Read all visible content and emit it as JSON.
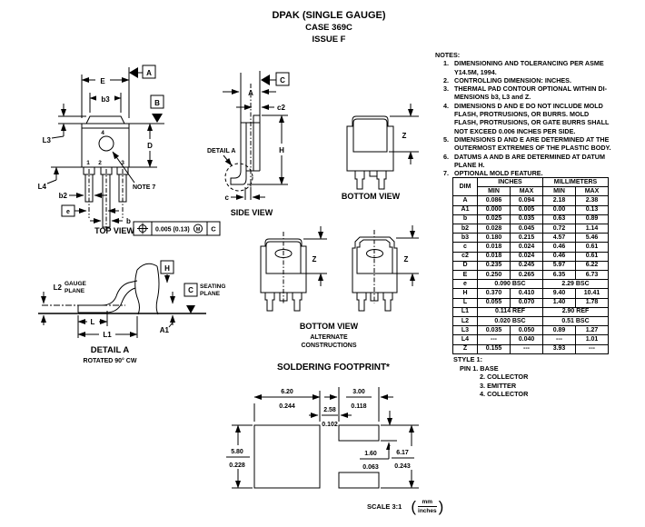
{
  "title": {
    "line1": "DPAK (SINGLE GAUGE)",
    "line2": "CASE 369C",
    "line3": "ISSUE F"
  },
  "notes": {
    "heading": "NOTES:",
    "items": [
      {
        "num": "1.",
        "lines": [
          "DIMENSIONING AND TOLERANCING PER ASME",
          "Y14.5M, 1994."
        ]
      },
      {
        "num": "2.",
        "lines": [
          "CONTROLLING DIMENSION: INCHES."
        ]
      },
      {
        "num": "3.",
        "lines": [
          "THERMAL PAD CONTOUR OPTIONAL WITHIN DI-",
          "MENSIONS b3, L3 and Z."
        ]
      },
      {
        "num": "4.",
        "lines": [
          "DIMENSIONS D AND E DO NOT INCLUDE MOLD",
          "FLASH, PROTRUSIONS, OR BURRS. MOLD",
          "FLASH, PROTRUSIONS, OR GATE BURRS SHALL",
          "NOT EXCEED 0.006 INCHES PER SIDE."
        ]
      },
      {
        "num": "5.",
        "lines": [
          "DIMENSIONS D AND E ARE DETERMINED AT THE",
          "OUTERMOST EXTREMES OF THE PLASTIC BODY."
        ]
      },
      {
        "num": "6.",
        "lines": [
          "DATUMS A AND B ARE DETERMINED AT DATUM",
          "PLANE H."
        ]
      },
      {
        "num": "7.",
        "lines": [
          "OPTIONAL MOLD FEATURE."
        ]
      }
    ]
  },
  "dim_table": {
    "title_dim": "DIM",
    "title_inches": "INCHES",
    "title_mm": "MILLIMETERS",
    "min": "MIN",
    "max": "MAX",
    "rows": [
      {
        "dim": "A",
        "inch_min": "0.086",
        "inch_max": "0.094",
        "mm_min": "2.18",
        "mm_max": "2.38"
      },
      {
        "dim": "A1",
        "inch_min": "0.000",
        "inch_max": "0.005",
        "mm_min": "0.00",
        "mm_max": "0.13"
      },
      {
        "dim": "b",
        "inch_min": "0.025",
        "inch_max": "0.035",
        "mm_min": "0.63",
        "mm_max": "0.89"
      },
      {
        "dim": "b2",
        "inch_min": "0.028",
        "inch_max": "0.045",
        "mm_min": "0.72",
        "mm_max": "1.14"
      },
      {
        "dim": "b3",
        "inch_min": "0.180",
        "inch_max": "0.215",
        "mm_min": "4.57",
        "mm_max": "5.46"
      },
      {
        "dim": "c",
        "inch_min": "0.018",
        "inch_max": "0.024",
        "mm_min": "0.46",
        "mm_max": "0.61"
      },
      {
        "dim": "c2",
        "inch_min": "0.018",
        "inch_max": "0.024",
        "mm_min": "0.46",
        "mm_max": "0.61"
      },
      {
        "dim": "D",
        "inch_min": "0.235",
        "inch_max": "0.245",
        "mm_min": "5.97",
        "mm_max": "6.22"
      },
      {
        "dim": "E",
        "inch_min": "0.250",
        "inch_max": "0.265",
        "mm_min": "6.35",
        "mm_max": "6.73"
      },
      {
        "dim": "e",
        "inch_span": "0.090 BSC",
        "mm_span": "2.29 BSC"
      },
      {
        "dim": "H",
        "inch_min": "0.370",
        "inch_max": "0.410",
        "mm_min": "9.40",
        "mm_max": "10.41"
      },
      {
        "dim": "L",
        "inch_min": "0.055",
        "inch_max": "0.070",
        "mm_min": "1.40",
        "mm_max": "1.78"
      },
      {
        "dim": "L1",
        "inch_span": "0.114 REF",
        "mm_span": "2.90 REF"
      },
      {
        "dim": "L2",
        "inch_span": "0.020 BSC",
        "mm_span": "0.51 BSC"
      },
      {
        "dim": "L3",
        "inch_min": "0.035",
        "inch_max": "0.050",
        "mm_min": "0.89",
        "mm_max": "1.27"
      },
      {
        "dim": "L4",
        "inch_min": "---",
        "inch_max": "0.040",
        "mm_min": "---",
        "mm_max": "1.01"
      },
      {
        "dim": "Z",
        "inch_min": "0.155",
        "inch_max": "---",
        "mm_min": "3.93",
        "mm_max": "---"
      }
    ]
  },
  "style1": {
    "heading": "STYLE 1:",
    "lines": [
      "PIN 1. BASE",
      "2. COLLECTOR",
      "3. EMITTER",
      "4. COLLECTOR"
    ]
  },
  "views": {
    "top": "TOP VIEW",
    "side": "SIDE VIEW",
    "bottom": "BOTTOM VIEW",
    "bottom_alt": "BOTTOM VIEW",
    "alt1": "ALTERNATE",
    "alt2": "CONSTRUCTIONS",
    "detail_title": "DETAIL A",
    "detail_sub": "ROTATED 90° CW",
    "footprint": "SOLDERING FOOTPRINT*"
  },
  "dims": {
    "E": "E",
    "b3": "b3",
    "L3": "L3",
    "L4": "L4",
    "b2": "b2",
    "e": "e",
    "b": "b",
    "D": "D",
    "A": "A",
    "c2": "c2",
    "H": "H",
    "c": "c",
    "Z": "Z",
    "L2": "L2",
    "L": "L",
    "L1": "L1",
    "A1": "A1",
    "note7": "NOTE 7",
    "detail_a": "DETAIL A",
    "gauge1": "GAUGE",
    "gauge2": "PLANE",
    "seating1": "SEATING",
    "seating2": "PLANE",
    "pin1": "1",
    "pin2": "2",
    "pin3": "3",
    "pin4": "4"
  },
  "datums": {
    "A": "A",
    "B": "B",
    "C": "C",
    "H": "H"
  },
  "fcf": {
    "tol": "0.005 (0.13)",
    "m": "M",
    "c": "C"
  },
  "footprint": {
    "w_mm": "6.20",
    "w_in": "0.244",
    "pw_mm": "3.00",
    "pw_in": "0.118",
    "gap_mm": "2.58",
    "gap_in": "0.102",
    "h_mm": "5.80",
    "h_in": "0.228",
    "ph_mm": "1.60",
    "ph_in": "0.063",
    "oh_mm": "6.17",
    "oh_in": "0.243"
  },
  "scale": {
    "label": "SCALE 3:1",
    "unit_top": "mm",
    "unit_bottom": "inches"
  }
}
